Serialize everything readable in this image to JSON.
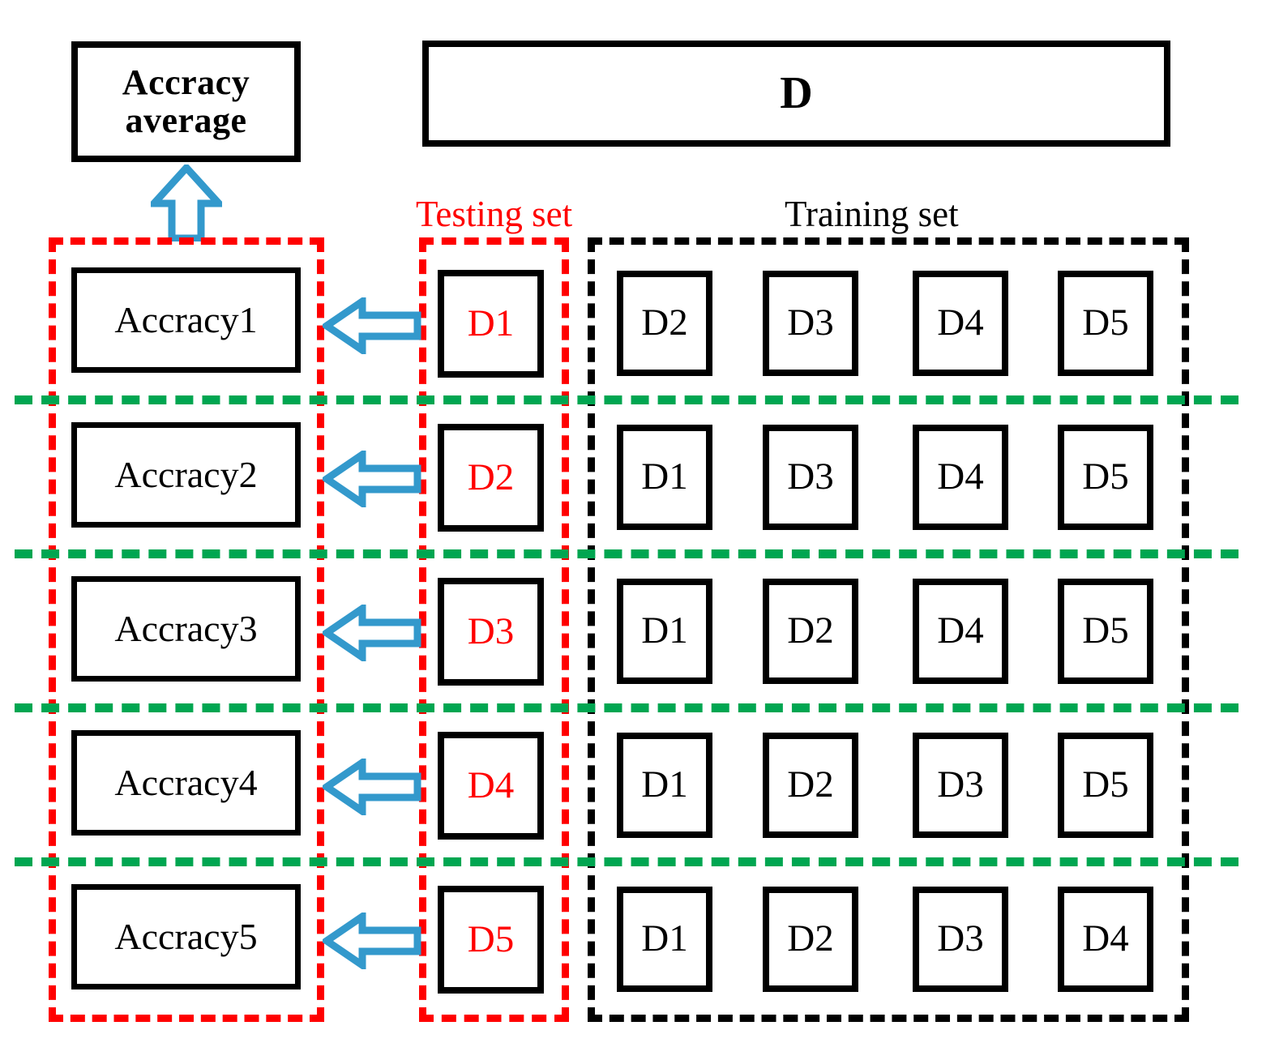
{
  "diagram": {
    "title_box": {
      "label": "D"
    },
    "average_box": {
      "line1": "Accracy",
      "line2": "average"
    },
    "captions": {
      "testing": "Testing set",
      "training": "Training set"
    },
    "colors": {
      "testing_red": "#ff0000",
      "training_black": "#000000",
      "separator_green": "#00a651",
      "arrow_blue": "#3399cc"
    },
    "icons": {
      "arrow_up": "arrow-up-icon",
      "arrow_left": "arrow-left-icon"
    },
    "rows": [
      {
        "accuracy": "Accracy1",
        "testing": "D1",
        "training": [
          "D2",
          "D3",
          "D4",
          "D5"
        ]
      },
      {
        "accuracy": "Accracy2",
        "testing": "D2",
        "training": [
          "D1",
          "D3",
          "D4",
          "D5"
        ]
      },
      {
        "accuracy": "Accracy3",
        "testing": "D3",
        "training": [
          "D1",
          "D2",
          "D4",
          "D5"
        ]
      },
      {
        "accuracy": "Accracy4",
        "testing": "D4",
        "training": [
          "D1",
          "D2",
          "D3",
          "D5"
        ]
      },
      {
        "accuracy": "Accracy5",
        "testing": "D5",
        "training": [
          "D1",
          "D2",
          "D3",
          "D4"
        ]
      }
    ]
  }
}
